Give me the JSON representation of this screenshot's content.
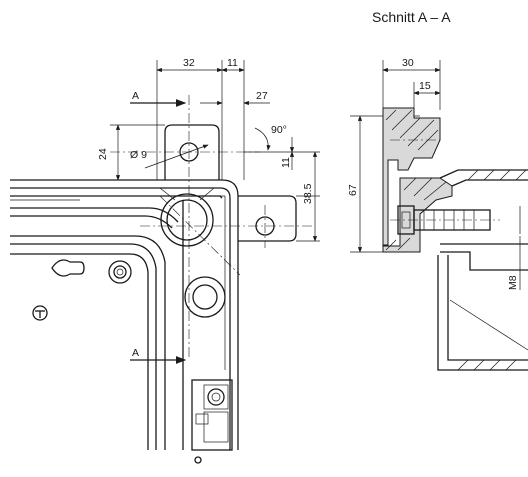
{
  "section_title": "Schnitt A – A",
  "front_view": {
    "dim_32": "32",
    "dim_11_top": "11",
    "dim_27": "27",
    "angle_90": "90°",
    "dim_24": "24",
    "hole_d9": "Ø 9",
    "dim_11_side": "11",
    "dim_38_5": "38.5",
    "section_marker_top": "A",
    "section_marker_bottom": "A"
  },
  "section_view": {
    "dim_30": "30",
    "dim_15": "15",
    "dim_67": "67",
    "thread_m8": "M8"
  }
}
